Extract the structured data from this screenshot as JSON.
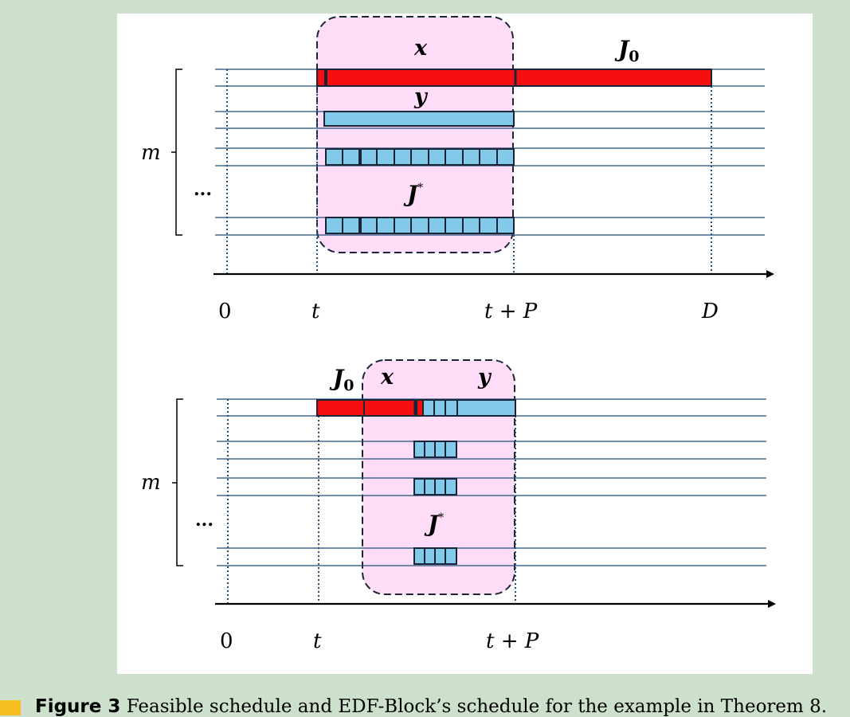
{
  "colors": {
    "frame": "#cde0cb",
    "window": "#ffdcf7",
    "red_job": "#f50f0f",
    "blue_job": "#83c9ea",
    "grid_line": "#1f4e79",
    "accent": "#f5bd1f"
  },
  "top": {
    "m": "m",
    "dots": "...",
    "x": "x",
    "y": "y",
    "J0": "J",
    "J0_sub": "0",
    "Jstar": "J",
    "Jstar_sup": "*",
    "t0": "0",
    "t": "t",
    "tP": "t + P",
    "D": "D"
  },
  "bottom": {
    "m": "m",
    "dots": "...",
    "x": "x",
    "y": "y",
    "J0": "J",
    "J0_sub": "0",
    "Jstar": "J",
    "Jstar_sup": "*",
    "t0": "0",
    "t": "t",
    "tP": "t + P"
  },
  "caption": {
    "label": "Figure 3",
    "text": "Feasible schedule and EDF-Block’s schedule for the example in Theorem 8."
  }
}
